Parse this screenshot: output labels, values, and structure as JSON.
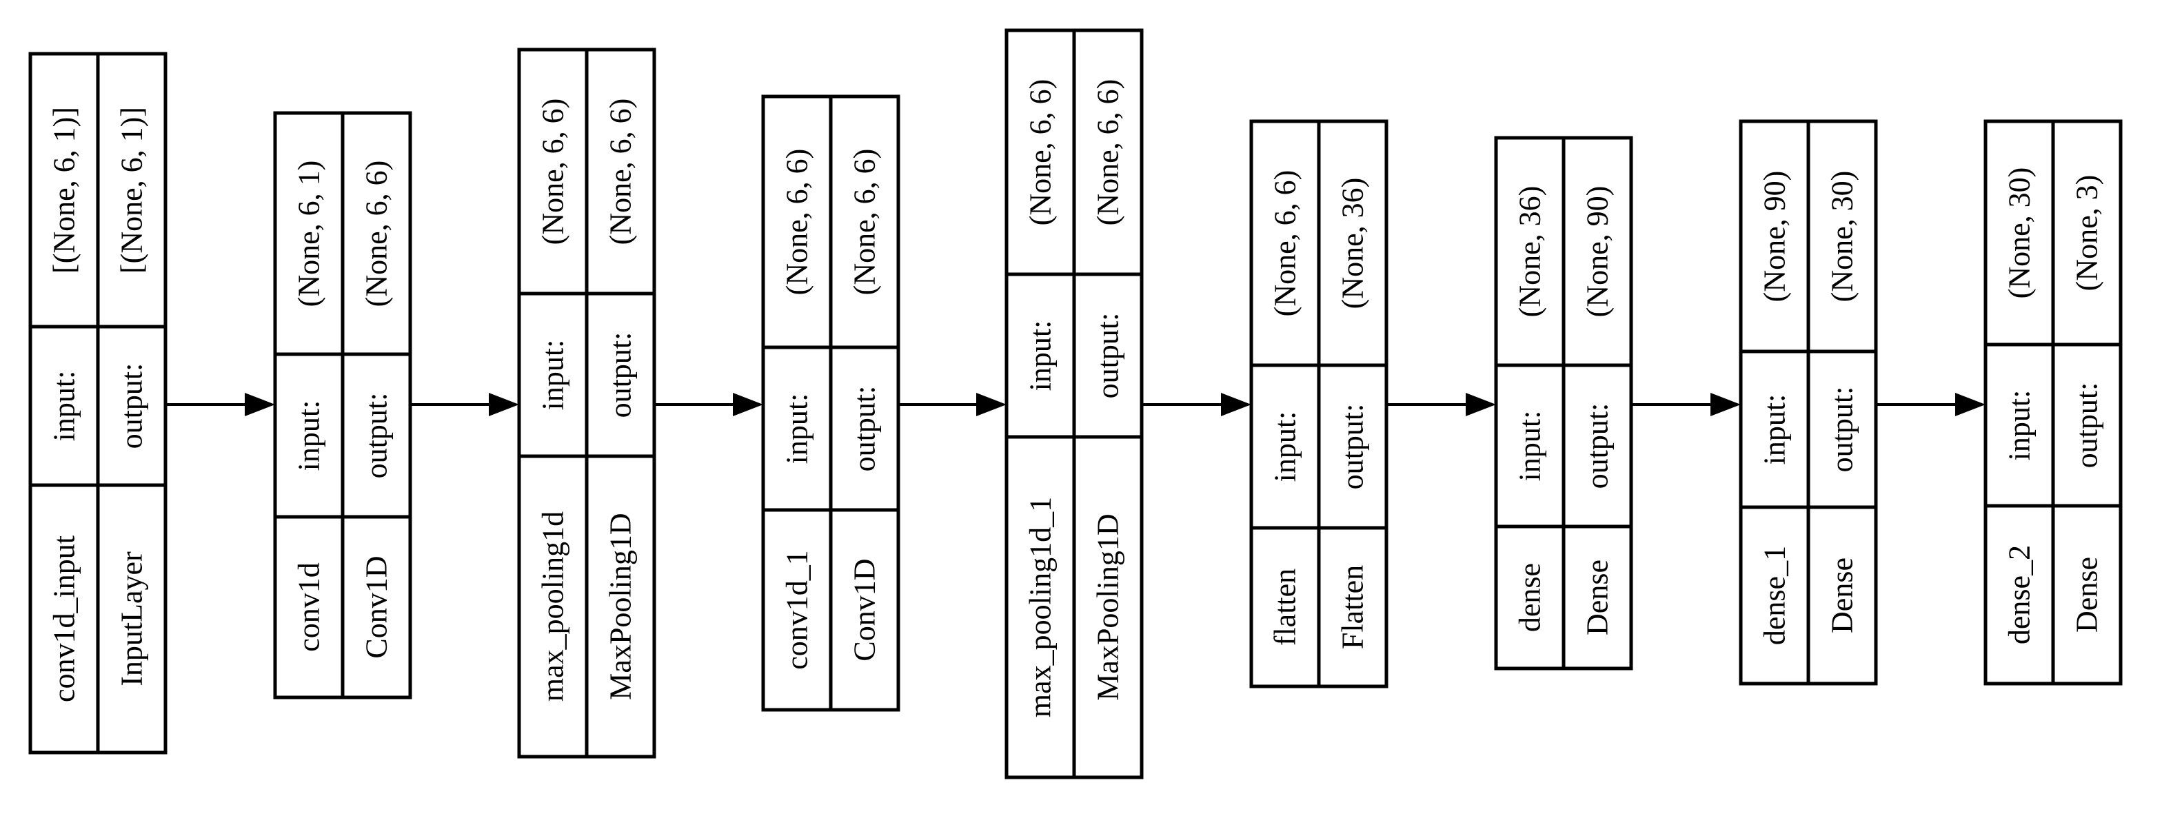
{
  "diagram": {
    "layers": [
      {
        "name": "conv1d_input",
        "type": "InputLayer",
        "input_label": "input:",
        "output_label": "output:",
        "input_shape": "[(None, 6, 1)]",
        "output_shape": "[(None, 6, 1)]"
      },
      {
        "name": "conv1d",
        "type": "Conv1D",
        "input_label": "input:",
        "output_label": "output:",
        "input_shape": "(None, 6, 1)",
        "output_shape": "(None, 6, 6)"
      },
      {
        "name": "max_pooling1d",
        "type": "MaxPooling1D",
        "input_label": "input:",
        "output_label": "output:",
        "input_shape": "(None, 6, 6)",
        "output_shape": "(None, 6, 6)"
      },
      {
        "name": "conv1d_1",
        "type": "Conv1D",
        "input_label": "input:",
        "output_label": "output:",
        "input_shape": "(None, 6, 6)",
        "output_shape": "(None, 6, 6)"
      },
      {
        "name": "max_pooling1d_1",
        "type": "MaxPooling1D",
        "input_label": "input:",
        "output_label": "output:",
        "input_shape": "(None, 6, 6)",
        "output_shape": "(None, 6, 6)"
      },
      {
        "name": "flatten",
        "type": "Flatten",
        "input_label": "input:",
        "output_label": "output:",
        "input_shape": "(None, 6, 6)",
        "output_shape": "(None, 36)"
      },
      {
        "name": "dense",
        "type": "Dense",
        "input_label": "input:",
        "output_label": "output:",
        "input_shape": "(None, 36)",
        "output_shape": "(None, 90)"
      },
      {
        "name": "dense_1",
        "type": "Dense",
        "input_label": "input:",
        "output_label": "output:",
        "input_shape": "(None, 90)",
        "output_shape": "(None, 30)"
      },
      {
        "name": "dense_2",
        "type": "Dense",
        "input_label": "input:",
        "output_label": "output:",
        "input_shape": "(None, 30)",
        "output_shape": "(None, 3)"
      }
    ]
  }
}
